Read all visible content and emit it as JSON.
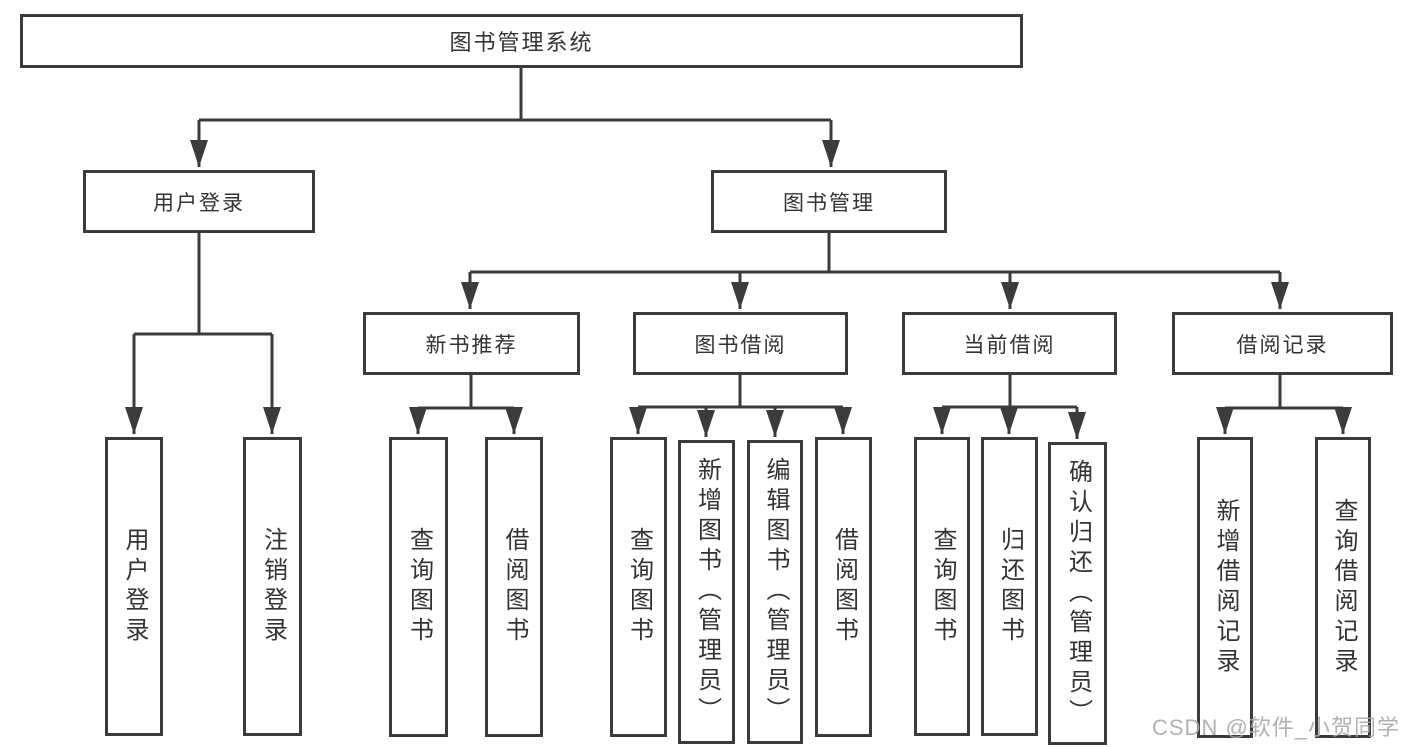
{
  "tree": {
    "root": {
      "label": "图书管理系统"
    },
    "branches": [
      {
        "label": "用户登录",
        "children": [
          {
            "label": "用户登录"
          },
          {
            "label": "注销登录"
          }
        ]
      },
      {
        "label": "图书管理",
        "groups": [
          {
            "label": "新书推荐",
            "children": [
              {
                "label": "查询图书"
              },
              {
                "label": "借阅图书"
              }
            ]
          },
          {
            "label": "图书借阅",
            "children": [
              {
                "label": "查询图书"
              },
              {
                "label": "新增图书（管理员）"
              },
              {
                "label": "编辑图书（管理员）"
              },
              {
                "label": "借阅图书"
              }
            ]
          },
          {
            "label": "当前借阅",
            "children": [
              {
                "label": "查询图书"
              },
              {
                "label": "归还图书"
              },
              {
                "label": "确认归还（管理员）"
              }
            ]
          },
          {
            "label": "借阅记录",
            "children": [
              {
                "label": "新增借阅记录"
              },
              {
                "label": "查询借阅记录"
              }
            ]
          }
        ]
      }
    ]
  },
  "watermark": {
    "text": "CSDN @软件_小贺同学"
  },
  "colors": {
    "line": "#3b3b3b",
    "box_border": "#3b3b3b",
    "box_fill": "#ffffff",
    "text": "#333333",
    "watermark": "#a8a8a8",
    "background": "#ffffff"
  }
}
